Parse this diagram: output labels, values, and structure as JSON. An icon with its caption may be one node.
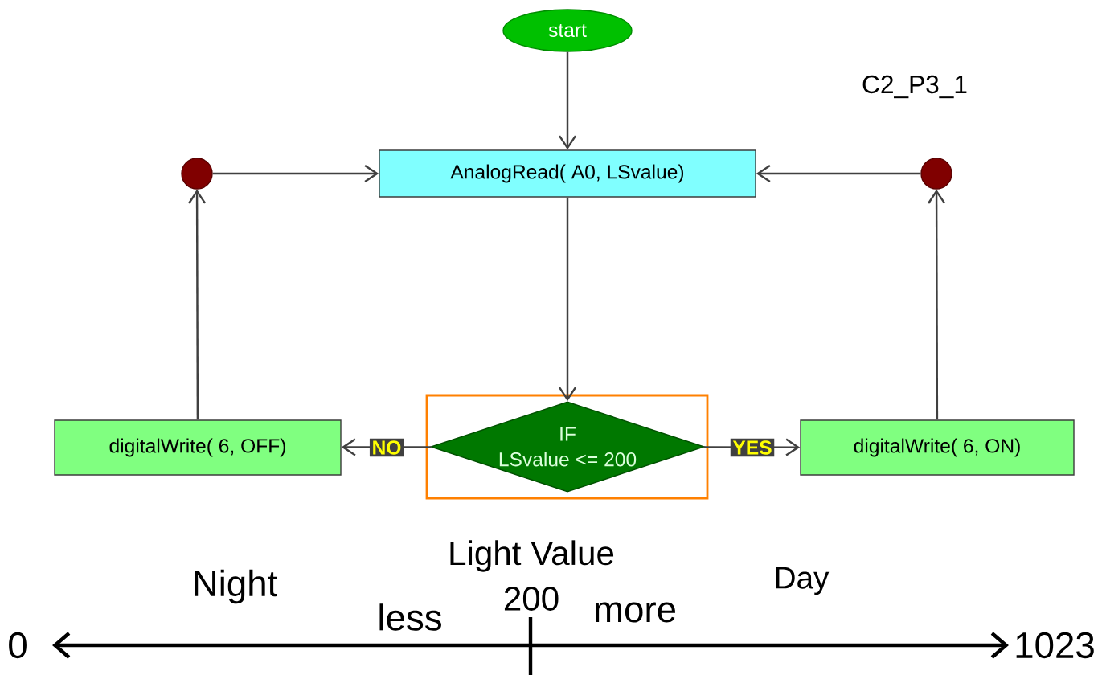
{
  "diagram": {
    "nodes": [
      {
        "text": [
          "start"
        ]
      },
      {
        "text": [
          "AnalogRead( A0, LSvalue)"
        ]
      },
      {
        "text": [
          "IF",
          "LSvalue <= 200"
        ]
      },
      {
        "text": [
          "digitalWrite( 6, OFF)"
        ]
      },
      {
        "text": [
          "digitalWrite( 6, ON)"
        ]
      },
      {
        "text": [],
        "shape": "circle"
      },
      {
        "text": [],
        "shape": "circle"
      }
    ],
    "edges": [
      {
        "from": 0,
        "to": 1,
        "arrow": "to"
      },
      {
        "from": 1,
        "to": 2,
        "arrow": "to"
      },
      {
        "from": 2,
        "to": 3,
        "arrow": "to",
        "label": "NO"
      },
      {
        "from": 2,
        "to": 4,
        "arrow": "to",
        "label": "YES"
      },
      {
        "from": 3,
        "to": 5,
        "arrow": "to"
      },
      {
        "from": 5,
        "to": 1,
        "arrow": "to"
      },
      {
        "from": 4,
        "to": 6,
        "arrow": "to"
      },
      {
        "from": 6,
        "to": 1,
        "arrow": "to"
      }
    ],
    "labels": [
      "C2_P3_1",
      "Night",
      "Light Value",
      "200",
      "less",
      "more",
      "Day",
      "0",
      "1023"
    ]
  }
}
